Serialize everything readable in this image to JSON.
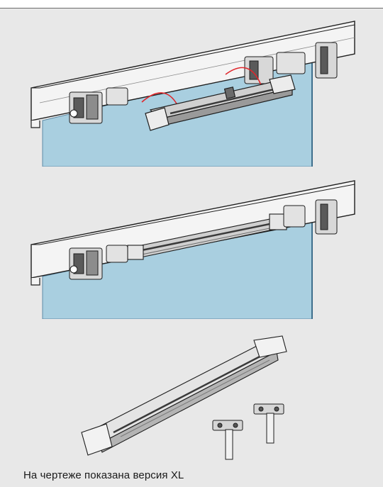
{
  "caption": "На чертеже показана версия XL",
  "colors": {
    "background": "#e8e8e8",
    "glass": "#a9cfe0",
    "glass_edge": "#5d8aa6",
    "rail": "#f4f4f4",
    "outline": "#1e1e1e",
    "damper_body": "#c9c9c9",
    "highlight_arc": "#e0262b"
  },
  "illustrations": [
    {
      "name": "damper-being-installed",
      "shows_motion_arcs": true
    },
    {
      "name": "damper-installed-in-rail",
      "shows_motion_arcs": false
    },
    {
      "name": "damper-unit-with-activators",
      "shows_motion_arcs": false
    }
  ]
}
